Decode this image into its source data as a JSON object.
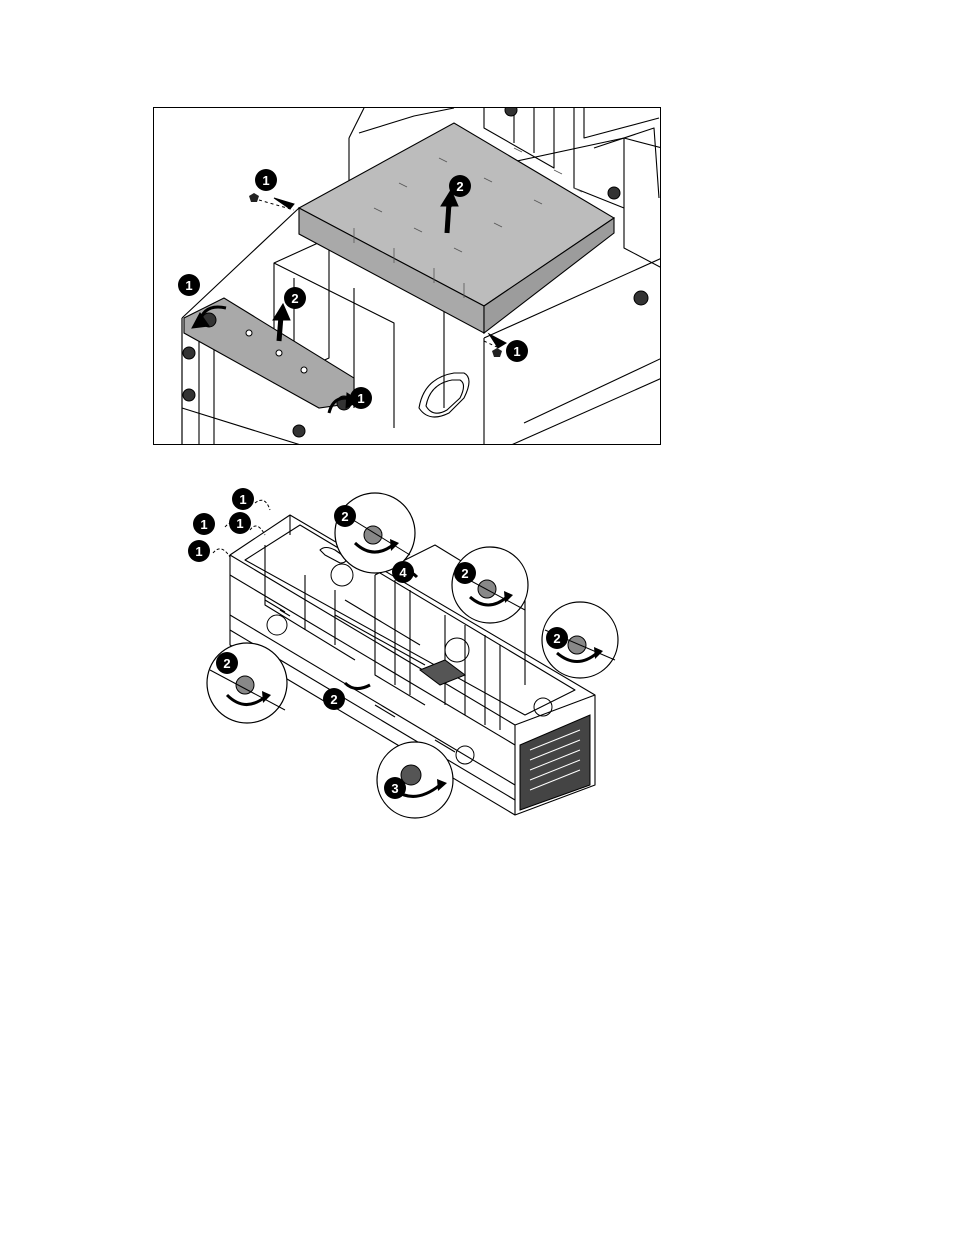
{
  "figures": [
    {
      "id": "top",
      "callouts": [
        "1",
        "2",
        "1",
        "2",
        "1",
        "1"
      ]
    },
    {
      "id": "bottom",
      "callouts": [
        "1",
        "1",
        "1",
        "1",
        "2",
        "4",
        "2",
        "2",
        "2",
        "2",
        "3"
      ]
    }
  ]
}
